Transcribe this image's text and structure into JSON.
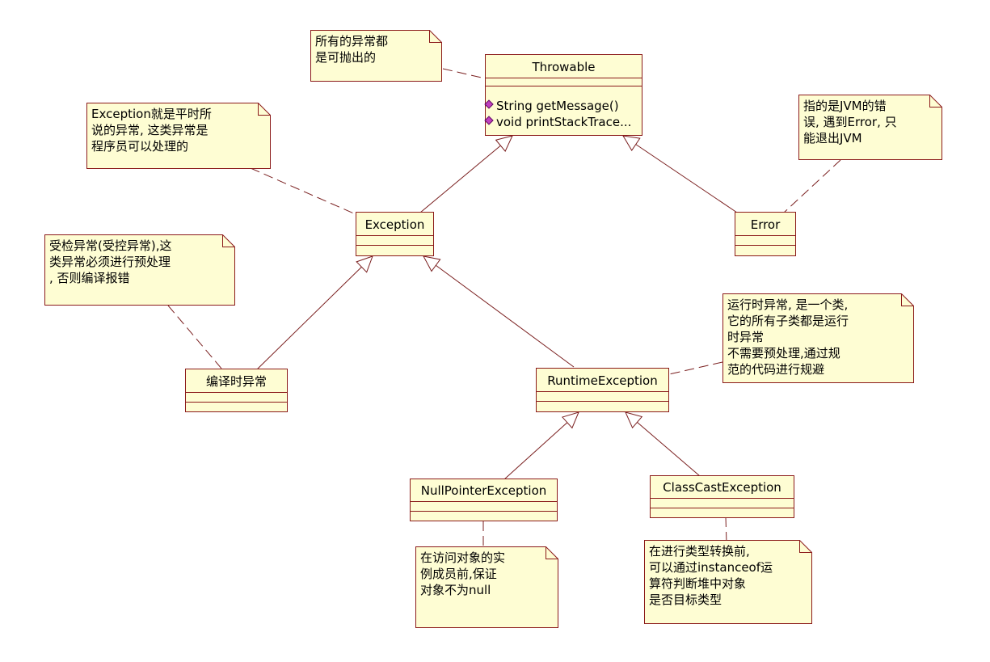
{
  "classes": {
    "throwable": {
      "name": "Throwable",
      "ops": [
        "String getMessage()",
        "void printStackTrace..."
      ]
    },
    "exception": {
      "name": "Exception"
    },
    "error": {
      "name": "Error"
    },
    "compile_exception": {
      "name": "编译时异常"
    },
    "runtime_exception": {
      "name": "RuntimeException"
    },
    "npe": {
      "name": "NullPointerException"
    },
    "cce": {
      "name": "ClassCastException"
    }
  },
  "notes": {
    "throwable_note": "所有的异常都\n是可抛出的",
    "exception_note": "Exception就是平时所\n说的异常, 这类异常是\n程序员可以处理的",
    "error_note": "指的是JVM的错\n误, 遇到Error, 只\n能退出JVM",
    "checked_note": "受检异常(受控异常),这\n类异常必须进行预处理\n, 否则编译报错",
    "runtime_note": "运行时异常, 是一个类,\n它的所有子类都是运行\n时异常\n不需要预处理,通过规\n范的代码进行规避",
    "npe_note": "在访问对象的实\n例成员前,保证\n对象不为null",
    "cce_note": "在进行类型转换前,\n可以通过instanceof运\n算符判断堆中对象\n是否目标类型"
  },
  "colors": {
    "fill": "#fefdd3",
    "border": "#8b1a1a",
    "line": "#7a1f1f"
  }
}
